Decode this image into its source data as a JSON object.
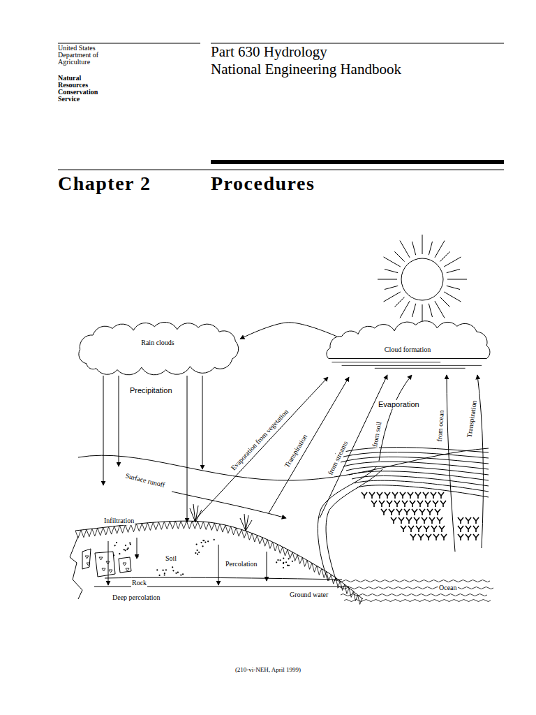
{
  "diagram": {
    "title": "Procedures",
    "nodes": [
      {
        "text": [
          "Rain clouds"
        ]
      },
      {
        "text": [
          "Cloud formation"
        ]
      }
    ],
    "edges": [
      {
        "from": 1,
        "to": 0,
        "arrow": "to"
      }
    ],
    "labels": [
      "United States Department of Agriculture",
      "Natural Resources Conservation Service",
      "Part 630 Hydrology",
      "National Engineering Handbook",
      "Chapter 2",
      "Precipitation",
      "Evaporation",
      "Evaporation from vegetation",
      "Transpiration",
      "from streams",
      "from soil",
      "from ocean",
      "Transpiration",
      "Surface runoff",
      "Infiltration",
      "Soil",
      "Percolation",
      "Rock",
      "Deep percolation",
      "Ground water",
      "Ocean",
      "(210-vi-NEH, April 1999)"
    ]
  }
}
